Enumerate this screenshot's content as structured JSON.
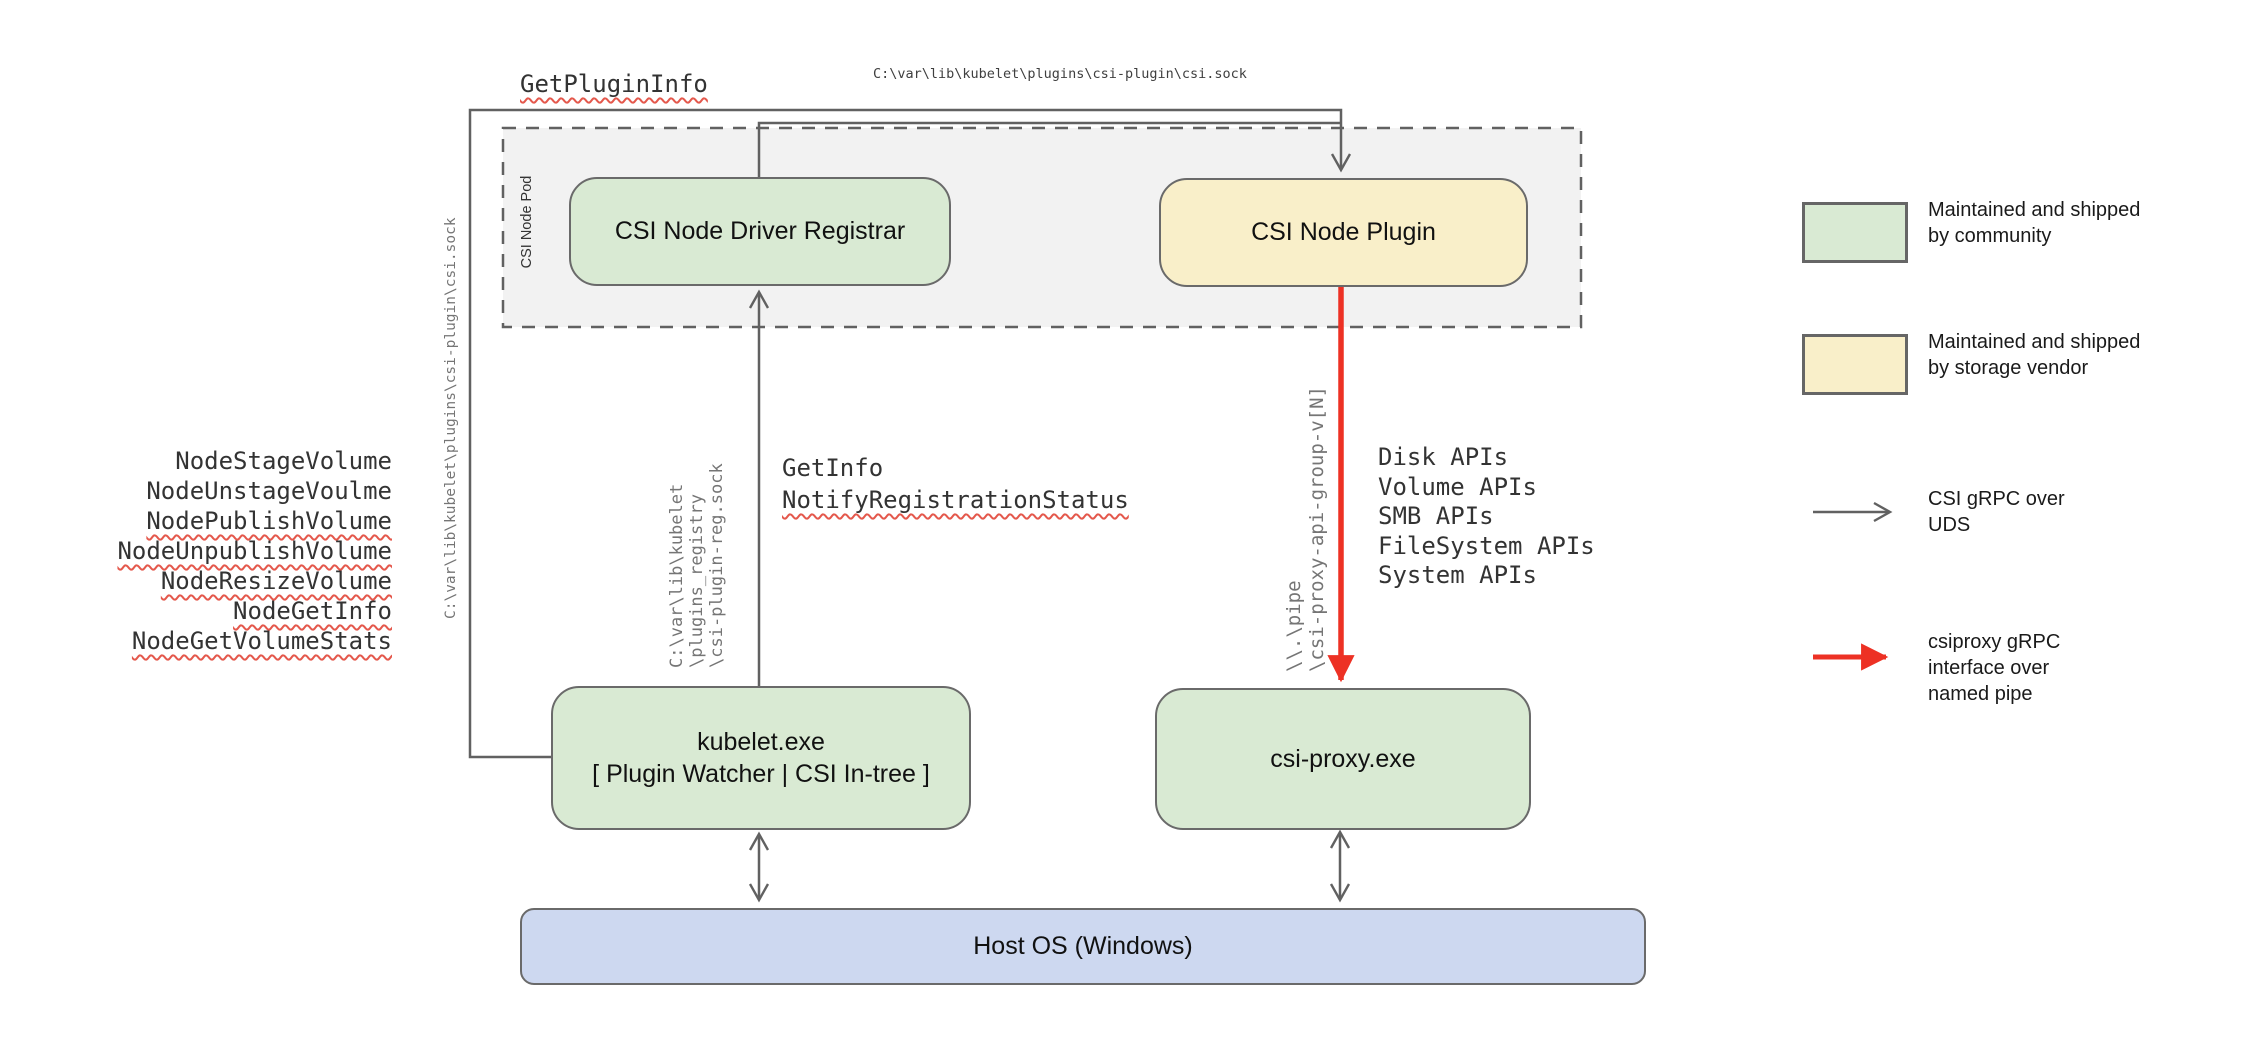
{
  "diagram": {
    "pod_label": "CSI Node Pod",
    "boxes": {
      "registrar": {
        "label": "CSI Node Driver Registrar",
        "color": "#d9ead3"
      },
      "plugin": {
        "label": "CSI Node Plugin",
        "color": "#f9efc9"
      },
      "kubelet": {
        "line1": "kubelet.exe",
        "line2": "[ Plugin Watcher | CSI In-tree ]",
        "color": "#d9ead3"
      },
      "proxy": {
        "label": "csi-proxy.exe",
        "color": "#d9ead3"
      },
      "hostos": {
        "label": "Host OS (Windows)",
        "color": "#cdd8f0"
      }
    },
    "labels": {
      "get_plugin_info": "GetPluginInfo",
      "csi_sock_top": "C:\\var\\lib\\kubelet\\plugins\\csi-plugin\\csi.sock",
      "csi_sock_left": "C:\\var\\lib\\kubelet\\plugins\\csi-plugin\\csi.sock",
      "node_calls": [
        "NodeStageVolume",
        "NodeUnstageVoulme",
        "NodePublishVolume",
        "NodeUnpublishVolume",
        "NodeResizeVolume",
        "NodeGetInfo",
        "NodeGetVolumeStats"
      ],
      "registrar_calls": [
        "GetInfo",
        "NotifyRegistrationStatus"
      ],
      "registry_path_lines": [
        "C:\\var\\lib\\kubelet",
        "\\plugins_registry",
        "\\csi-plugin-reg.sock"
      ],
      "pipe_path_lines": [
        "\\\\.\\pipe",
        "\\csi-proxy-api-group-v[N]"
      ],
      "api_calls": [
        "Disk APIs",
        "Volume APIs",
        "SMB APIs",
        "FileSystem APIs",
        "System APIs"
      ]
    },
    "legend": {
      "community": {
        "label": "Maintained and shipped\nby community",
        "color": "#d9ead3"
      },
      "vendor": {
        "label": "Maintained and shipped\nby storage vendor",
        "color": "#f9efc9"
      },
      "uds": {
        "label": "CSI gRPC over\nUDS",
        "color": "#616161"
      },
      "namedpipe": {
        "label": "csiproxy gRPC\ninterface over\nnamed pipe",
        "color": "#ed3124"
      }
    },
    "colors": {
      "line_gray": "#616161",
      "line_red": "#ed3124",
      "pod_fill": "#f2f2f2",
      "wavy_underline": "#e4584c"
    }
  }
}
